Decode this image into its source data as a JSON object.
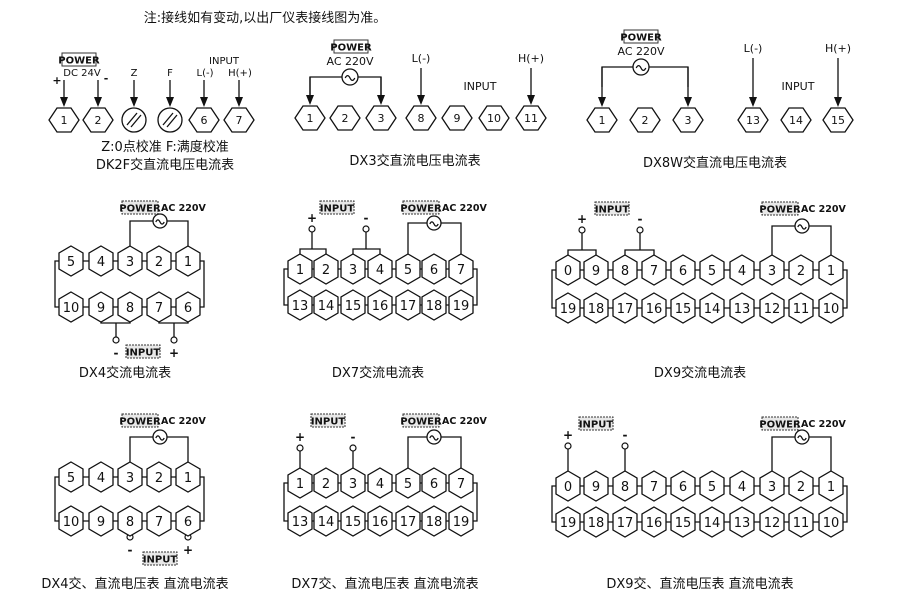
{
  "note": "注:接线如有变动,以出厂仪表接线图为准。",
  "dk2f": {
    "power": "POWER",
    "supply": "DC 24V",
    "plus": "+",
    "minus": "-",
    "terminals": [
      "1",
      "2",
      "",
      "",
      "6",
      "7"
    ],
    "zero_label": "Z",
    "full_label": "F",
    "input": "INPUT",
    "low": "L(-)",
    "high": "H(+)",
    "calibration_note": "Z:0点校准   F:满度校准",
    "title": "DK2F交直流电压电流表"
  },
  "dx3": {
    "power": "POWER",
    "supply": "AC 220V",
    "low": "L(-)",
    "input": "INPUT",
    "high": "H(+)",
    "terminals": [
      "1",
      "2",
      "3",
      "8",
      "9",
      "10",
      "11"
    ],
    "title": "DX3交直流电压电流表"
  },
  "dx8w": {
    "power": "POWER",
    "supply": "AC 220V",
    "low": "L(-)",
    "input": "INPUT",
    "high": "H(+)",
    "terminals": [
      "1",
      "2",
      "3",
      "13",
      "14",
      "15"
    ],
    "title": "DX8W交直流电压电流表"
  },
  "dx4_ac": {
    "power": "POWER",
    "supply": "AC 220V",
    "input": "INPUT",
    "plus": "+",
    "minus": "-",
    "top": [
      "5",
      "4",
      "3",
      "2",
      "1"
    ],
    "bottom": [
      "10",
      "9",
      "8",
      "7",
      "6"
    ],
    "title": "DX4交流电流表"
  },
  "dx7_ac": {
    "power": "POWER",
    "supply": "AC 220V",
    "input": "INPUT",
    "plus": "+",
    "minus": "-",
    "top": [
      "1",
      "2",
      "3",
      "4",
      "5",
      "6",
      "7"
    ],
    "bottom": [
      "13",
      "14",
      "15",
      "16",
      "17",
      "18",
      "19"
    ],
    "title": "DX7交流电流表"
  },
  "dx9_ac": {
    "power": "POWER",
    "supply": "AC 220V",
    "input": "INPUT",
    "plus": "+",
    "minus": "-",
    "top": [
      "0",
      "9",
      "8",
      "7",
      "6",
      "5",
      "4",
      "3",
      "2",
      "1"
    ],
    "bottom": [
      "19",
      "18",
      "17",
      "16",
      "15",
      "14",
      "13",
      "12",
      "11",
      "10"
    ],
    "title": "DX9交流电流表"
  },
  "dx4_acdc": {
    "power": "POWER",
    "supply": "AC 220V",
    "input": "INPUT",
    "plus": "+",
    "minus": "-",
    "top": [
      "5",
      "4",
      "3",
      "2",
      "1"
    ],
    "bottom": [
      "10",
      "9",
      "8",
      "7",
      "6"
    ],
    "title": "DX4交、直流电压表 直流电流表"
  },
  "dx7_acdc": {
    "power": "POWER",
    "supply": "AC 220V",
    "input": "INPUT",
    "plus": "+",
    "minus": "-",
    "top": [
      "1",
      "2",
      "3",
      "4",
      "5",
      "6",
      "7"
    ],
    "bottom": [
      "13",
      "14",
      "15",
      "16",
      "17",
      "18",
      "19"
    ],
    "title": "DX7交、直流电压表 直流电流表"
  },
  "dx9_acdc": {
    "power": "POWER",
    "supply": "AC 220V",
    "input": "INPUT",
    "plus": "+",
    "minus": "-",
    "top": [
      "0",
      "9",
      "8",
      "7",
      "6",
      "5",
      "4",
      "3",
      "2",
      "1"
    ],
    "bottom": [
      "19",
      "18",
      "17",
      "16",
      "15",
      "14",
      "13",
      "12",
      "11",
      "10"
    ],
    "title": "DX9交、直流电压表 直流电流表"
  }
}
